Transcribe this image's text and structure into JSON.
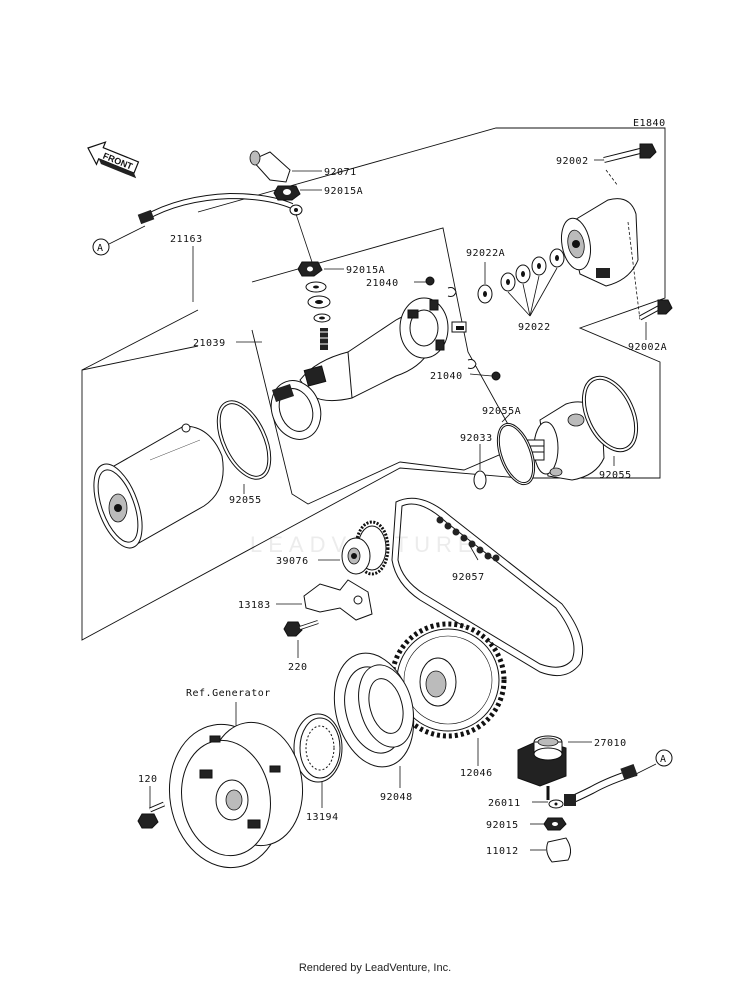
{
  "diagram_code": "E1840",
  "front_label": "FRONT",
  "ref_label": "Ref.Generator",
  "callout": "A",
  "footer": "Rendered by LeadVenture, Inc.",
  "watermark": "LEADVENTURE",
  "parts": {
    "p92071": "92071",
    "p92015A_top": "92015A",
    "p92015A": "92015A",
    "p21040_top": "21040",
    "p21040_bot": "21040",
    "p21163": "21163",
    "p21039": "21039",
    "p92055_left": "92055",
    "p92055_right": "92055",
    "p92055A": "92055A",
    "p92033": "92033",
    "p92002": "92002",
    "p92002A": "92002A",
    "p92022A": "92022A",
    "p92022": "92022",
    "p39076": "39076",
    "p92057": "92057",
    "p13183": "13183",
    "p220": "220",
    "p120": "120",
    "p13194": "13194",
    "p92048": "92048",
    "p12046": "12046",
    "p27010": "27010",
    "p26011": "26011",
    "p92015": "92015",
    "p11012": "11012"
  }
}
